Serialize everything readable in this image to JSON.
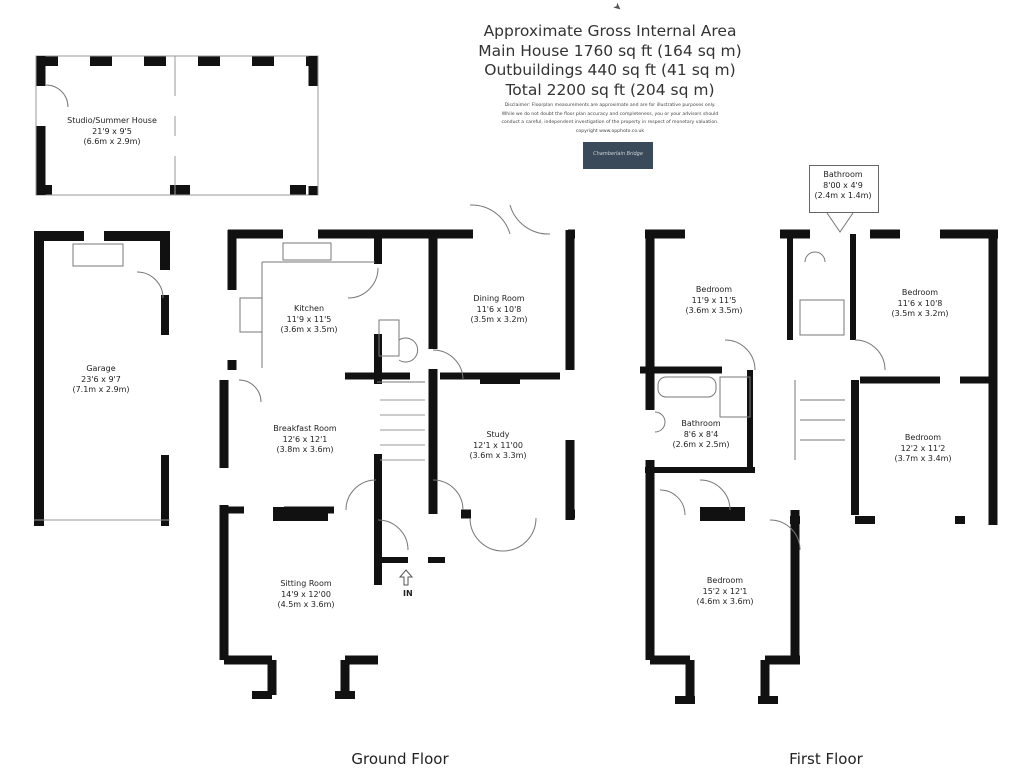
{
  "header": {
    "line1": "Approximate Gross Internal Area",
    "line2": "Main House 1760 sq ft (164 sq m)",
    "line3": "Outbuildings 440 sq ft (41 sq m)",
    "line4": "Total 2200 sq ft (204 sq m)",
    "disclaimer1": "Disclaimer: Floorplan measurements are approximate and are for illustrative purposes only.",
    "disclaimer2": "While we do not doubt the floor plan accuracy and completeness, you or your advisors should",
    "disclaimer3": "conduct a careful, independent investigation of the property in respect of monetary valuation.",
    "disclaimer4": "copyright www.opphoto.co.uk"
  },
  "logo": {
    "text": "Chamberlain Bridge"
  },
  "rooms": {
    "studio": {
      "name": "Studio/Summer House",
      "imperial": "21'9 x 9'5",
      "metric": "(6.6m x 2.9m)"
    },
    "garage": {
      "name": "Garage",
      "imperial": "23'6 x 9'7",
      "metric": "(7.1m x 2.9m)"
    },
    "kitchen": {
      "name": "Kitchen",
      "imperial": "11'9 x 11'5",
      "metric": "(3.6m x 3.5m)"
    },
    "dining": {
      "name": "Dining Room",
      "imperial": "11'6 x 10'8",
      "metric": "(3.5m x 3.2m)"
    },
    "breakfast": {
      "name": "Breakfast Room",
      "imperial": "12'6 x 12'1",
      "metric": "(3.8m x 3.6m)"
    },
    "study": {
      "name": "Study",
      "imperial": "12'1 x 11'00",
      "metric": "(3.6m x 3.3m)"
    },
    "sitting": {
      "name": "Sitting Room",
      "imperial": "14'9 x 12'00",
      "metric": "(4.5m x 3.6m)"
    },
    "bathroom_top": {
      "name": "Bathroom",
      "imperial": "8'00 x 4'9",
      "metric": "(2.4m x 1.4m)"
    },
    "bed1": {
      "name": "Bedroom",
      "imperial": "11'9 x 11'5",
      "metric": "(3.6m x 3.5m)"
    },
    "bed2": {
      "name": "Bedroom",
      "imperial": "11'6 x 10'8",
      "metric": "(3.5m x 3.2m)"
    },
    "bathroom": {
      "name": "Bathroom",
      "imperial": "8'6 x 8'4",
      "metric": "(2.6m x 2.5m)"
    },
    "bed3": {
      "name": "Bedroom",
      "imperial": "12'2 x 11'2",
      "metric": "(3.7m x 3.4m)"
    },
    "bed4": {
      "name": "Bedroom",
      "imperial": "15'2 x 12'1",
      "metric": "(4.6m x 3.6m)"
    }
  },
  "entrance": "IN",
  "floors": {
    "ground": "Ground Floor",
    "first": "First Floor"
  },
  "colors": {
    "wall": "#111111",
    "thin": "#777777",
    "window": "#9a9a9a",
    "logo_bg": "#3b4a5a"
  }
}
